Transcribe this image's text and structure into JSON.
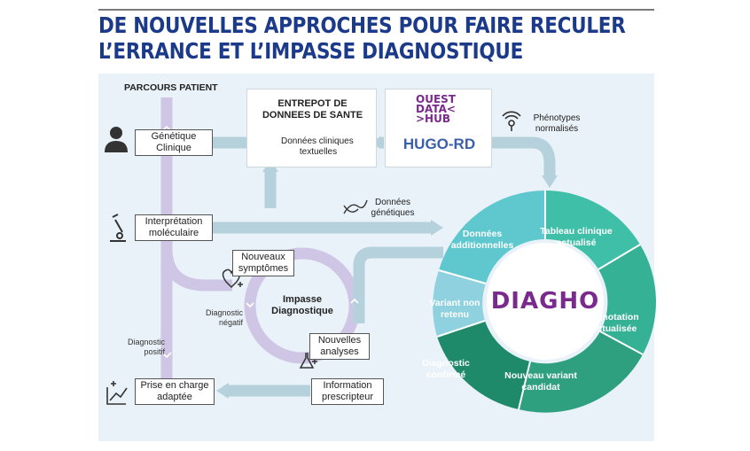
{
  "title": {
    "line1": "DE NOUVELLES APPROCHES POUR FAIRE RECULER",
    "line2": "L’ERRANCE ET L’IMPASSE DIAGNOSTIQUE"
  },
  "parcours_label": "PARCOURS PATIENT",
  "entrepot": {
    "title_line1": "ENTREPOT DE",
    "title_line2": "DONNEES DE SANTE",
    "item_line1": "Données cliniques",
    "item_line2": "textuelles"
  },
  "ouest_data_hub": {
    "logo_line1": "OUEST",
    "logo_line2": "DATA<",
    "logo_line3": ">HUB",
    "hugo_rd": "HUGO-RD"
  },
  "phenotypes": {
    "line1": "Phénotypes",
    "line2": "normalisés"
  },
  "donnees_genetiques": {
    "line1": "Données",
    "line2": "génétiques"
  },
  "steps": {
    "genetique_clinique": {
      "line1": "Génétique",
      "line2": "Clinique"
    },
    "interpretation": {
      "line1": "Interprétation",
      "line2": "moléculaire"
    },
    "nouveaux_symptomes": {
      "line1": "Nouveaux",
      "line2": "symptômes"
    },
    "nouvelles_analyses": {
      "line1": "Nouvelles",
      "line2": "analyses"
    },
    "prise_en_charge": {
      "line1": "Prise en charge",
      "line2": "adaptée"
    },
    "information_prescripteur": {
      "line1": "Information",
      "line2": "prescripteur"
    }
  },
  "impasse": {
    "line1": "Impasse",
    "line2": "Diagnostique"
  },
  "diagnostic_negatif": {
    "line1": "Diagnostic",
    "line2": "négatif"
  },
  "diagnostic_positif": {
    "line1": "Diagnostic",
    "line2": "positif"
  },
  "diagho": {
    "logo": "DIAGHO",
    "segments": {
      "donnees_additionnelles": {
        "line1": "Données",
        "line2": "additionnelles"
      },
      "tableau_clinique": {
        "line1": "Tableau clinique",
        "line2": "actualisé"
      },
      "annotation": {
        "line1": "Annotation",
        "line2": "actualisée"
      },
      "nouveau_variant": {
        "line1": "Nouveau variant",
        "line2": "candidat"
      },
      "diagnostic_confirme": {
        "line1": "Diagnostic",
        "line2": "confirmé"
      },
      "variant_non_retenu": {
        "line1": "Variant non",
        "line2": "retenu"
      }
    }
  },
  "colors": {
    "title": "#1b3a8a",
    "panel": "#e9f2f8",
    "purple_path": "#cfc6e6",
    "blue_arrow": "#b5d1dc",
    "teal_light": "#8fd1de",
    "teal_mid": "#3fbfa8",
    "teal_dark": "#2e9f7f",
    "green_dark": "#1f8a6a"
  },
  "icons": [
    "doctor-icon",
    "microscope-icon",
    "heart-plus-icon",
    "flask-plus-icon",
    "chart-up-icon",
    "clipboard-icon",
    "dna-icon",
    "radar-icon"
  ]
}
